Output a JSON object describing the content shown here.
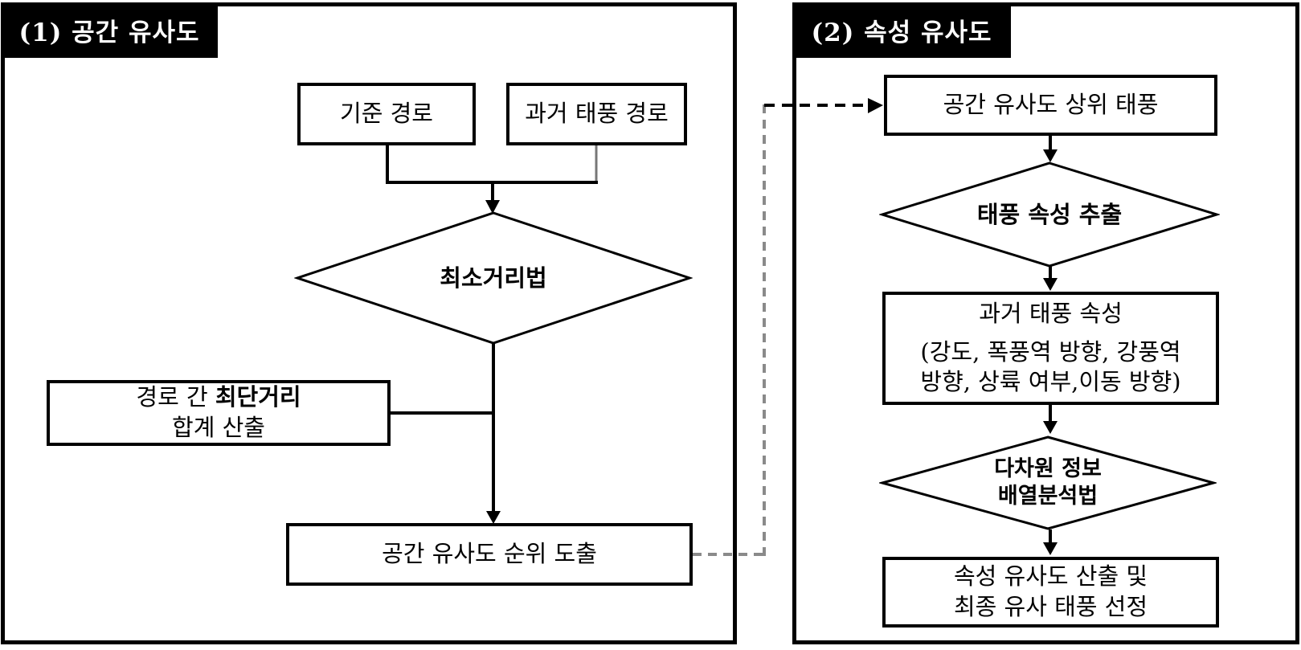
{
  "diagram": {
    "left_panel": {
      "title": "(1) 공간 유사도",
      "box_reference_path": "기준 경로",
      "box_past_typhoon_path": "과거 태풍 경로",
      "diamond_min_distance": "최소거리법",
      "box_shortest_distance": {
        "line1_normal": "경로 간 ",
        "line1_bold": "최단거리",
        "line2": "합계 산출"
      },
      "box_spatial_rank": "공간 유사도 순위 도출"
    },
    "right_panel": {
      "title": "(2) 속성 유사도",
      "box_top_typhoons": "공간 유사도 상위 태풍",
      "diamond_attr_extract": "태풍 속성 추출",
      "box_past_attrs": {
        "title": "과거 태풍 속성",
        "detail_line1": "(강도, 폭풍역 방향, 강풍역",
        "detail_line2": "방향, 상륙 여부,이동 방향)"
      },
      "diamond_multidim": {
        "line1": "다차원 정보",
        "line2": "배열분석법"
      },
      "box_final": {
        "line1": "속성 유사도 산출 및",
        "line2": "최종 유사 태풍 선정"
      }
    },
    "colors": {
      "ink": "#000000",
      "background": "#ffffff",
      "dashed_connector_gray": "#8a8a8a"
    }
  }
}
